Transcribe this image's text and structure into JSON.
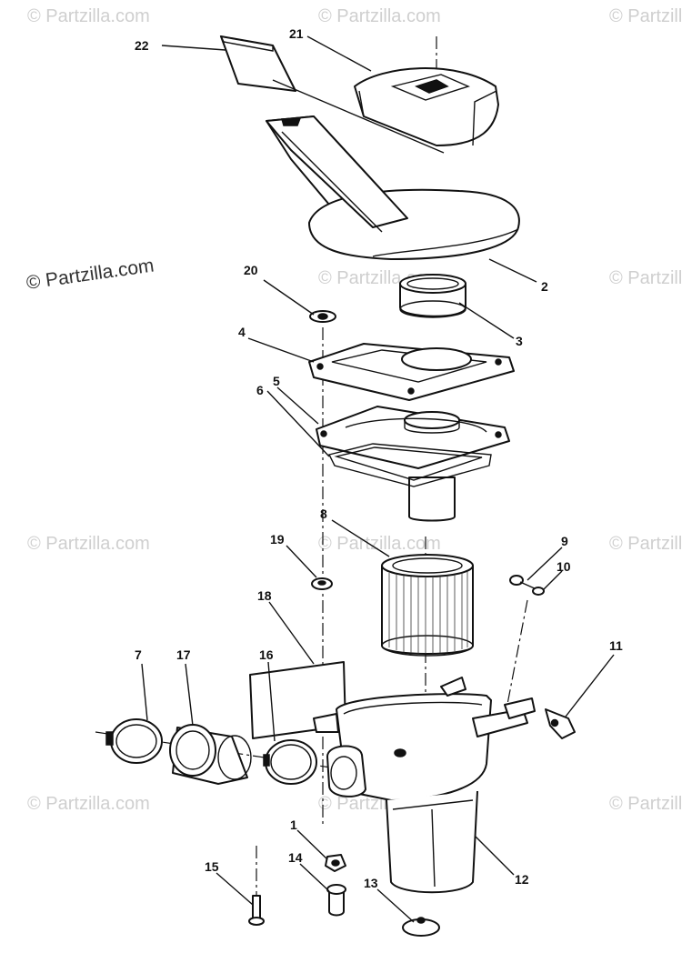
{
  "watermark": {
    "main": "© Partzilla.com",
    "tile": "© Partzilla.com"
  },
  "callouts": [
    {
      "label": "22"
    },
    {
      "label": "21"
    },
    {
      "label": "2"
    },
    {
      "label": "3"
    },
    {
      "label": "20"
    },
    {
      "label": "4"
    },
    {
      "label": "6"
    },
    {
      "label": "5"
    },
    {
      "label": "8"
    },
    {
      "label": "9"
    },
    {
      "label": "10"
    },
    {
      "label": "19"
    },
    {
      "label": "18"
    },
    {
      "label": "11"
    },
    {
      "label": "7"
    },
    {
      "label": "17"
    },
    {
      "label": "16"
    },
    {
      "label": "1"
    },
    {
      "label": "12"
    },
    {
      "label": "14"
    },
    {
      "label": "15"
    },
    {
      "label": "13"
    }
  ]
}
